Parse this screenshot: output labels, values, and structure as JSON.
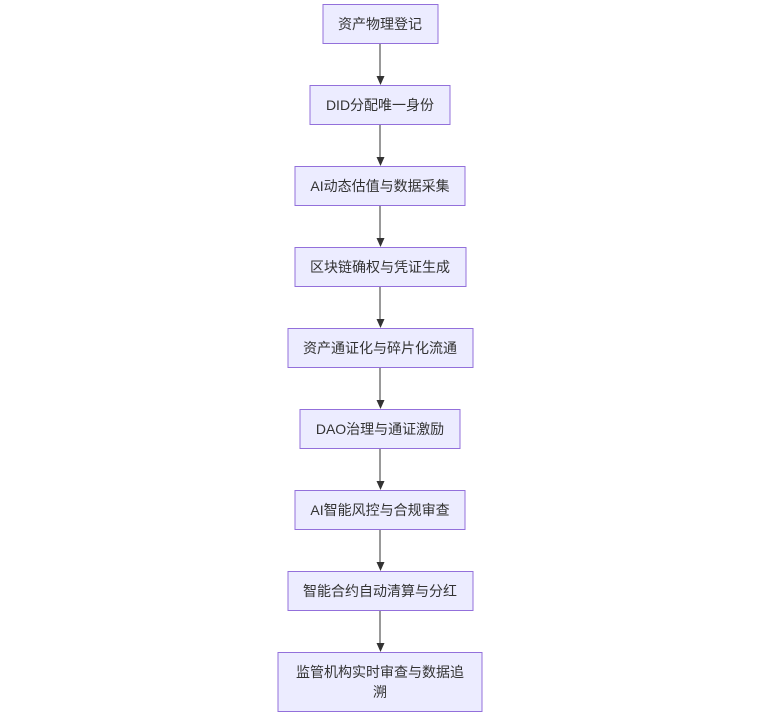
{
  "flowchart": {
    "kind": "flowchart",
    "direction": "top-down",
    "steps": [
      {
        "label": "资产物理登记"
      },
      {
        "label": "DID分配唯一身份"
      },
      {
        "label": "AI动态估值与数据采集"
      },
      {
        "label": "区块链确权与凭证生成"
      },
      {
        "label": "资产通证化与碎片化流通"
      },
      {
        "label": "DAO治理与通证激励"
      },
      {
        "label": "AI智能风控与合规审查"
      },
      {
        "label": "智能合约自动清算与分红"
      },
      {
        "label": "监管机构实时审查与数据追溯"
      }
    ],
    "edges": [
      {
        "from": 1,
        "to": 2
      },
      {
        "from": 2,
        "to": 3
      },
      {
        "from": 3,
        "to": 4
      },
      {
        "from": 4,
        "to": 5
      },
      {
        "from": 5,
        "to": 6
      },
      {
        "from": 6,
        "to": 7
      },
      {
        "from": 7,
        "to": 8
      },
      {
        "from": 8,
        "to": 9
      }
    ],
    "colors": {
      "node_fill": "#ECECFF",
      "node_border": "#9370DB",
      "text": "#333333",
      "arrow": "#333333"
    }
  }
}
